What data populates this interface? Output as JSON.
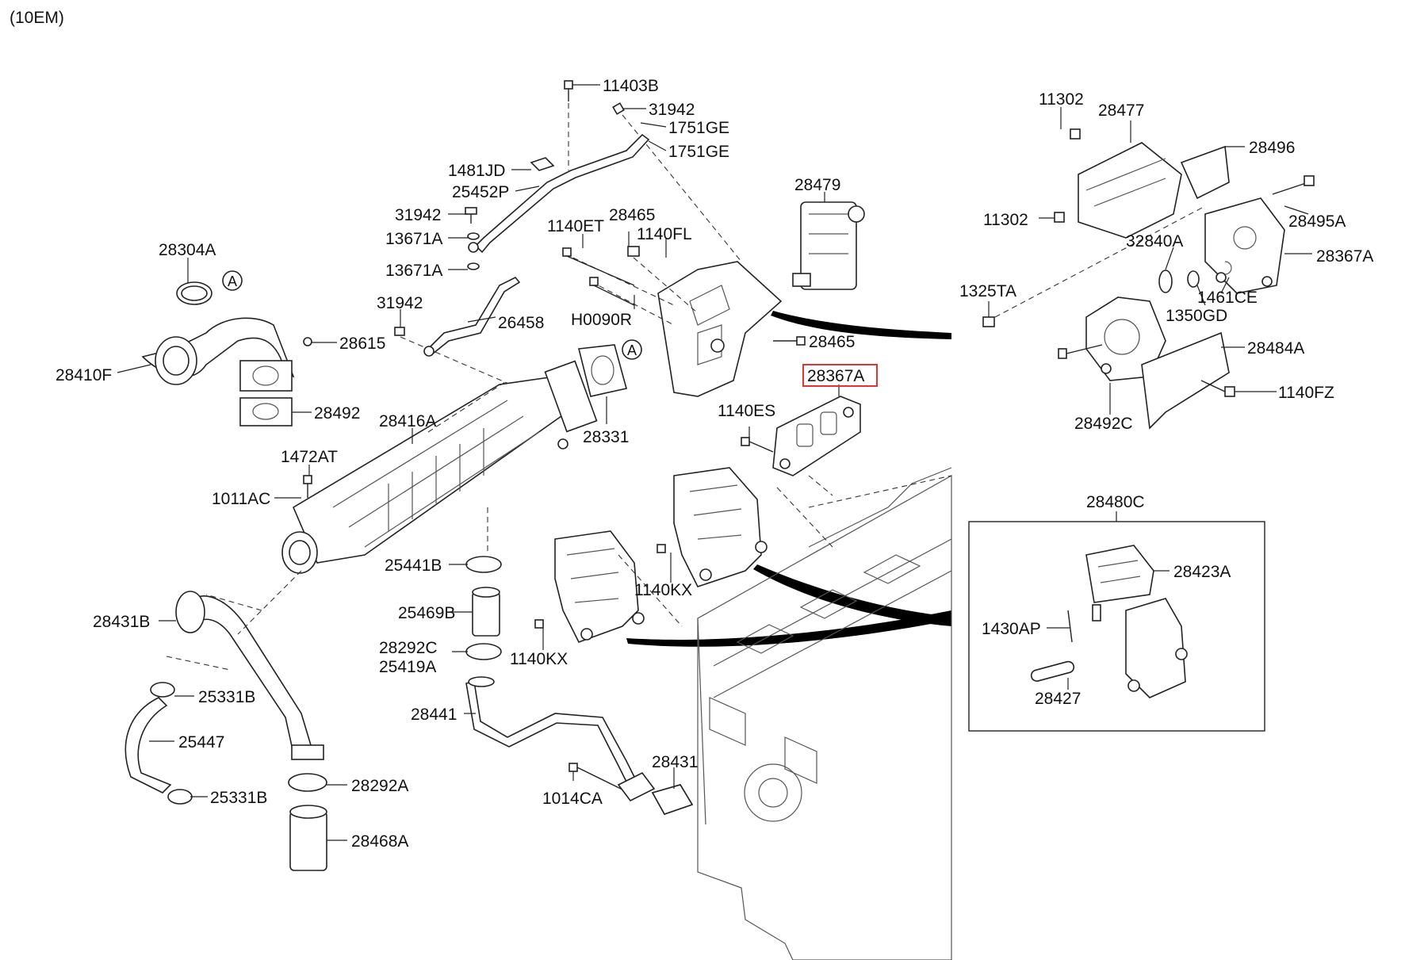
{
  "header": {
    "code": "(10EM)"
  },
  "callout_letter": "A",
  "highlight_color": "#e3342f",
  "labels": {
    "p11403B": "11403B",
    "p31942_top": "31942",
    "p1751GE_1": "1751GE",
    "p1751GE_2": "1751GE",
    "p1481JD": "1481JD",
    "p25452P": "25452P",
    "p31942_mid": "31942",
    "p13671A_1": "13671A",
    "p13671A_2": "13671A",
    "p31942_low": "31942",
    "p26458": "26458",
    "p28304A": "28304A",
    "p28410F": "28410F",
    "p28615": "28615",
    "p28492": "28492",
    "p28416A": "28416A",
    "p1472AT": "1472AT",
    "p1011AC": "1011AC",
    "p28331": "28331",
    "p28479": "28479",
    "p28465_top": "28465",
    "p1140ET": "1140ET",
    "p1140FL": "1140FL",
    "pH0090R": "H0090R",
    "p28465_mid": "28465",
    "p28367A_main": "28367A",
    "p1140ES": "1140ES",
    "p11302_top": "11302",
    "p28477": "28477",
    "p28496": "28496",
    "p11302_mid": "11302",
    "p28495A": "28495A",
    "p32840A": "32840A",
    "p28367A_right": "28367A",
    "p1325TA": "1325TA",
    "p1461CE": "1461CE",
    "p1350GD": "1350GD",
    "p28484A": "28484A",
    "p1140FZ": "1140FZ",
    "p28492C": "28492C",
    "p28480C": "28480C",
    "p28423A": "28423A",
    "p1430AP": "1430AP",
    "p28427": "28427",
    "p25441B": "25441B",
    "p25469B": "25469B",
    "p28292C": "28292C",
    "p25419A": "25419A",
    "p1140KX_1": "1140KX",
    "p1140KX_2": "1140KX",
    "p28431B": "28431B",
    "p25331B_1": "25331B",
    "p25447": "25447",
    "p25331B_2": "25331B",
    "p28292A": "28292A",
    "p28468A": "28468A",
    "p28441": "28441",
    "p28431": "28431",
    "p1014CA": "1014CA"
  }
}
